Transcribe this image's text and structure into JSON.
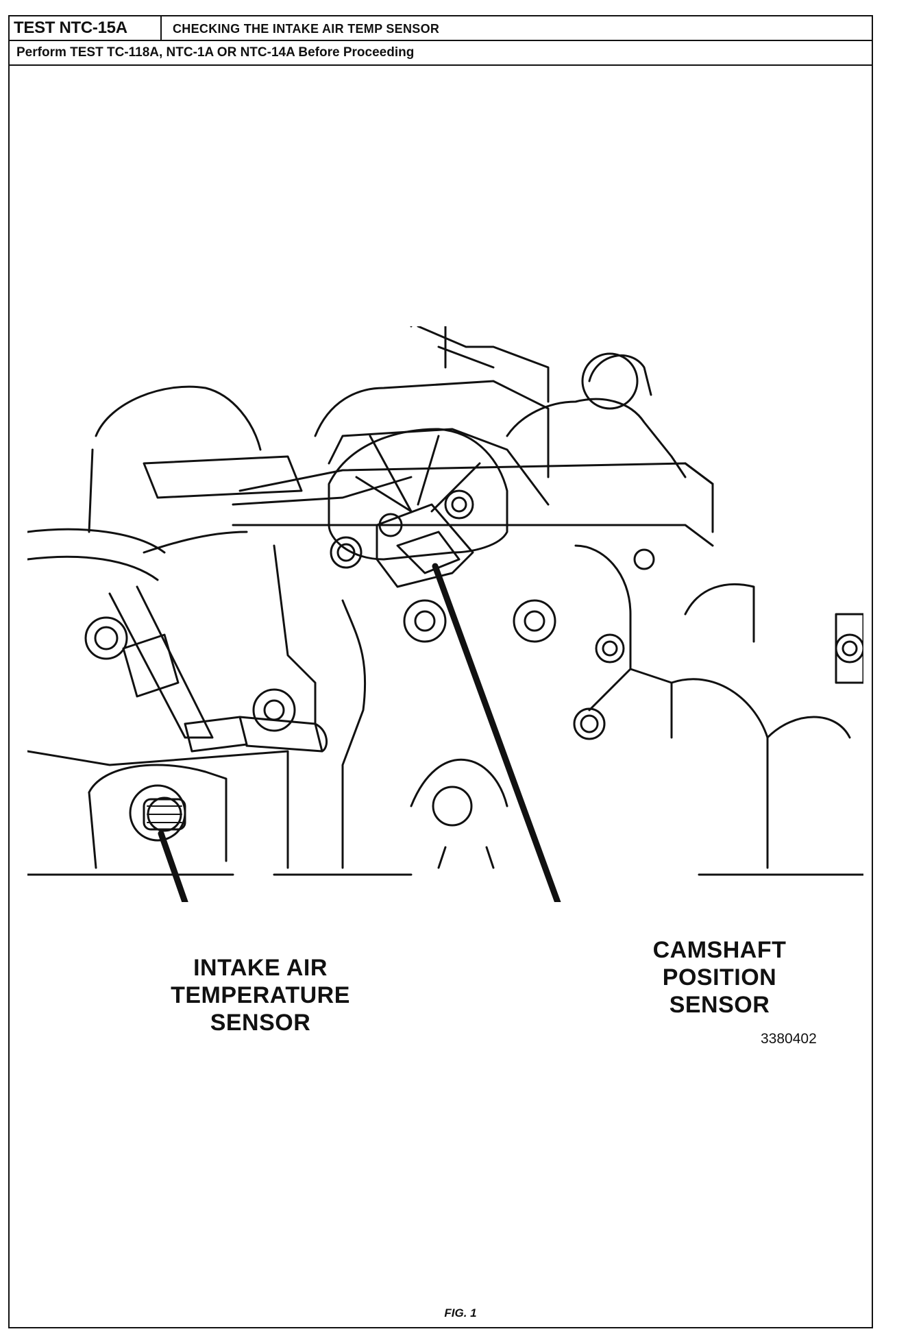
{
  "header": {
    "test_id": "TEST NTC-15A",
    "title": "CHECKING THE INTAKE AIR TEMP SENSOR",
    "subtitle": "Perform TEST TC-118A, NTC-1A OR NTC-14A Before Proceeding"
  },
  "figure": {
    "labels": {
      "intake_sensor": [
        "INTAKE AIR",
        "TEMPERATURE",
        "SENSOR"
      ],
      "camshaft_sensor": [
        "CAMSHAFT",
        "POSITION",
        "SENSOR"
      ]
    },
    "code": "3380402",
    "caption": "FIG. 1"
  }
}
